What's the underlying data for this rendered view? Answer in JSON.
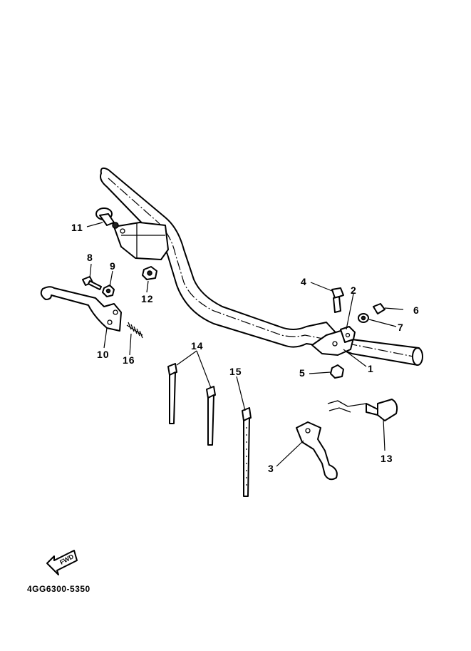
{
  "diagram": {
    "part_code": "4GG6300-5350",
    "fwd_label": "FWD",
    "callouts": [
      {
        "id": "1",
        "label": "1"
      },
      {
        "id": "2",
        "label": "2"
      },
      {
        "id": "3",
        "label": "3"
      },
      {
        "id": "4",
        "label": "4"
      },
      {
        "id": "5",
        "label": "5"
      },
      {
        "id": "6",
        "label": "6"
      },
      {
        "id": "7",
        "label": "7"
      },
      {
        "id": "8",
        "label": "8"
      },
      {
        "id": "9",
        "label": "9"
      },
      {
        "id": "10",
        "label": "10"
      },
      {
        "id": "11",
        "label": "11"
      },
      {
        "id": "12",
        "label": "12"
      },
      {
        "id": "13",
        "label": "13"
      },
      {
        "id": "14",
        "label": "14"
      },
      {
        "id": "15",
        "label": "15"
      },
      {
        "id": "16",
        "label": "16"
      }
    ]
  }
}
